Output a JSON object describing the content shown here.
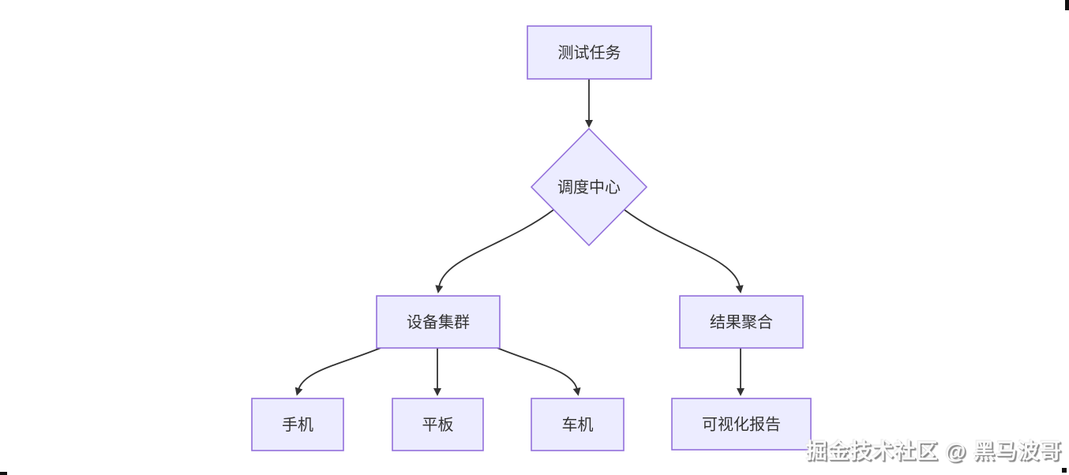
{
  "diagram": {
    "type": "flowchart",
    "direction": "top-down",
    "nodes": [
      {
        "id": "test-task",
        "label": "测试任务",
        "shape": "rectangle"
      },
      {
        "id": "dispatch-center",
        "label": "调度中心",
        "shape": "diamond"
      },
      {
        "id": "device-cluster",
        "label": "设备集群",
        "shape": "rectangle"
      },
      {
        "id": "result-aggregation",
        "label": "结果聚合",
        "shape": "rectangle"
      },
      {
        "id": "phone",
        "label": "手机",
        "shape": "rectangle"
      },
      {
        "id": "tablet",
        "label": "平板",
        "shape": "rectangle"
      },
      {
        "id": "car-machine",
        "label": "车机",
        "shape": "rectangle"
      },
      {
        "id": "visualization-report",
        "label": "可视化报告",
        "shape": "rectangle"
      }
    ],
    "edges": [
      {
        "from": "测试任务",
        "to": "调度中心"
      },
      {
        "from": "调度中心",
        "to": "设备集群"
      },
      {
        "from": "调度中心",
        "to": "结果聚合"
      },
      {
        "from": "设备集群",
        "to": "手机"
      },
      {
        "from": "设备集群",
        "to": "平板"
      },
      {
        "from": "设备集群",
        "to": "车机"
      },
      {
        "from": "结果聚合",
        "to": "可视化报告"
      }
    ]
  },
  "watermark": {
    "text": "掘金技术社区 @ 黑马波哥"
  },
  "colors": {
    "background": "#FFFFFF",
    "node_fill": "#ECECFF",
    "node_border": "#9370DB",
    "node_text": "#333333",
    "edge": "#333333"
  }
}
